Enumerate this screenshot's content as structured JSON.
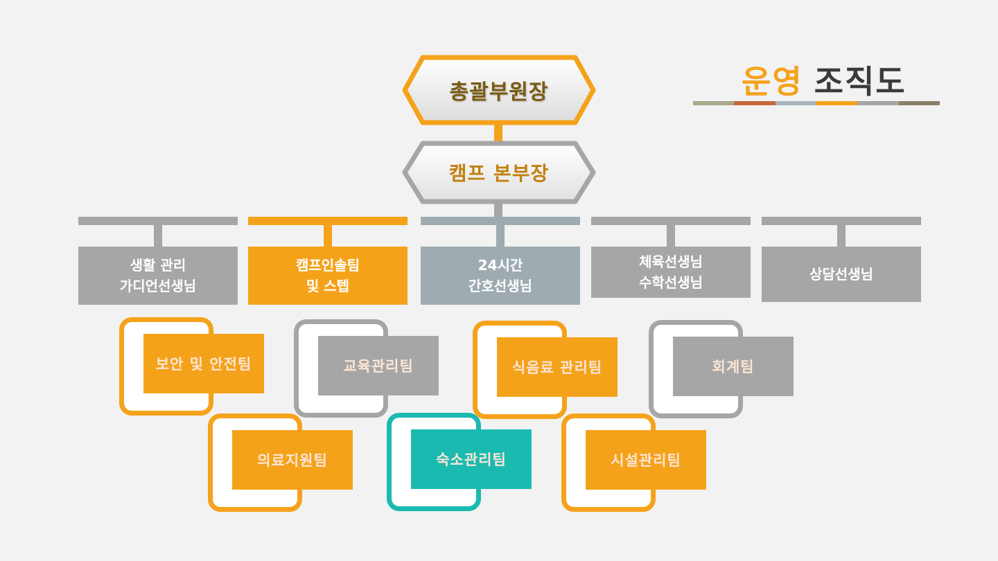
{
  "title": {
    "accent_text": "운영",
    "main_text": "조직도",
    "bar_colors": [
      "#a8a88a",
      "#c8673a",
      "#a7b4ba",
      "#f5a21b",
      "#a3a3a3",
      "#8a7f6a"
    ]
  },
  "colors": {
    "orange": "#f5a21b",
    "gray": "#a6a6a6",
    "slate": "#9eacb1",
    "teal": "#1bbab0",
    "gold_text": "#b87a0c",
    "dark_text": "#3a3a3a"
  },
  "top_node": {
    "label": "총괄부원장"
  },
  "second_node": {
    "label": "캠프 본부장"
  },
  "departments": [
    {
      "label": "생활 관리\n가디언선생님",
      "color": "#a6a6a6"
    },
    {
      "label": "캠프인솔팀\n및 스텝",
      "color": "#f5a21b"
    },
    {
      "label": "24시간\n간호선생님",
      "color": "#9eacb1"
    },
    {
      "label": "체육선생님\n수학선생님",
      "color": "#a6a6a6"
    },
    {
      "label": "상담선생님",
      "color": "#a6a6a6"
    }
  ],
  "teams": [
    {
      "label": "보안 및 안전팀",
      "color": "#f5a21b"
    },
    {
      "label": "교육관리팀",
      "color": "#a6a6a6"
    },
    {
      "label": "식음료 관리팀",
      "color": "#f5a21b"
    },
    {
      "label": "회계팀",
      "color": "#a6a6a6"
    },
    {
      "label": "의료지원팀",
      "color": "#f5a21b"
    },
    {
      "label": "숙소관리팀",
      "color": "#1bbab0"
    },
    {
      "label": "시설관리팀",
      "color": "#f5a21b"
    }
  ]
}
